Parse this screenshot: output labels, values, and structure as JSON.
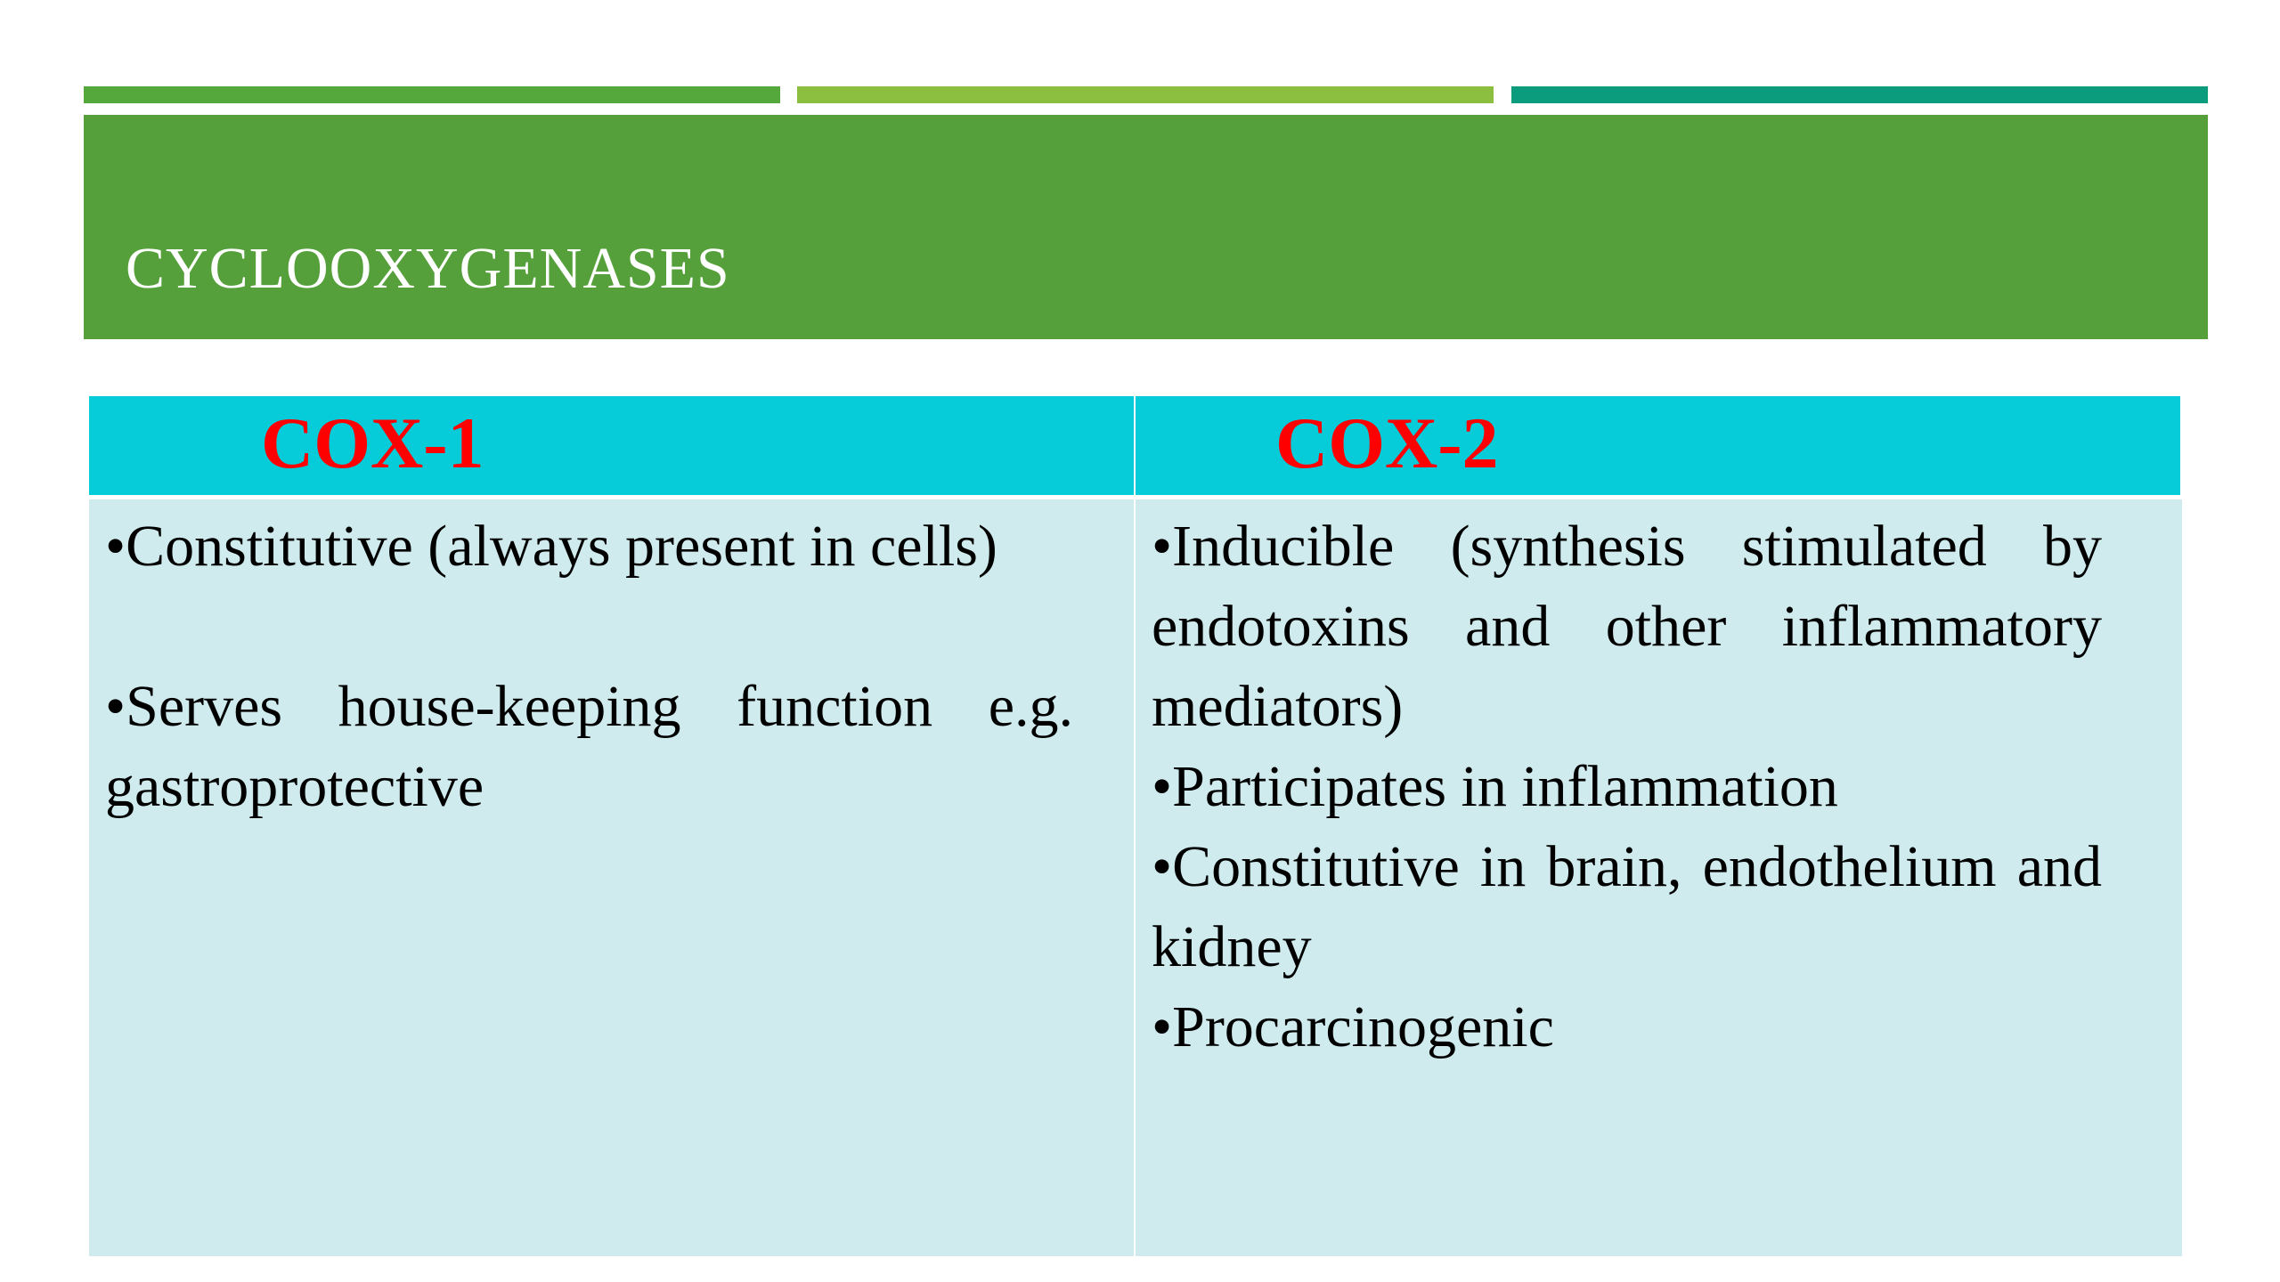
{
  "colors": {
    "bar_1": "#55A83C",
    "bar_2": "#8CBF3F",
    "bar_3": "#0B9B7D",
    "title_bg": "#55A03B",
    "header_bg": "#06CBD8",
    "header_text": "#FF0000",
    "body_bg": "#CFEBEE"
  },
  "slide": {
    "title": "CYCLOOXYGENASES"
  },
  "table": {
    "columns": [
      {
        "header": "COX-1",
        "bullets": [
          "•Constitutive (always present in cells)",
          "•Serves house-keeping function e.g. gastroprotective"
        ]
      },
      {
        "header": "COX-2",
        "bullets": [
          "•Inducible (synthesis stimulated by endotoxins and other inflammatory mediators)",
          "•Participates in inflammation",
          "•Constitutive in brain, endothelium and kidney",
          "•Procarcinogenic"
        ]
      }
    ]
  }
}
